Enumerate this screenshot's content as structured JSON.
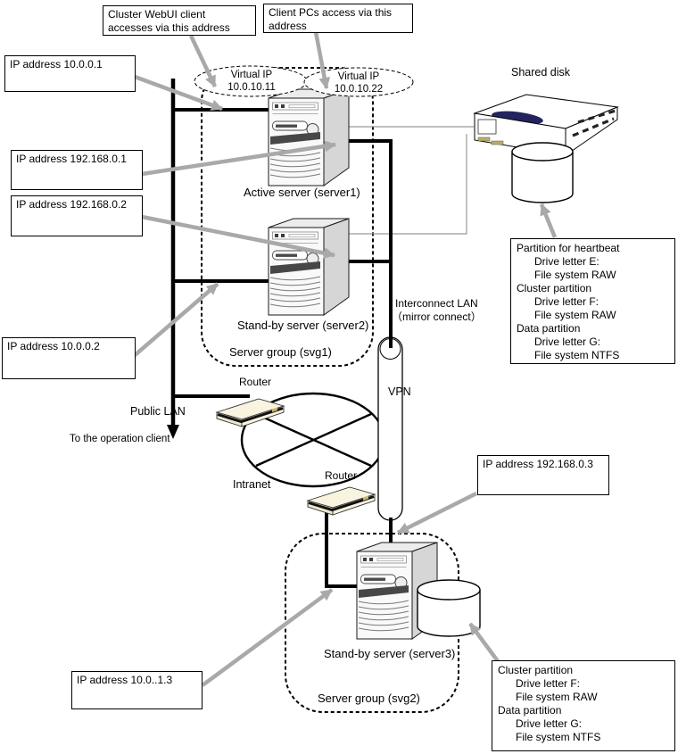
{
  "callouts": {
    "cluster_webui": "Cluster WebUI client accesses via this address",
    "client_pcs": "Client PCs access via this address",
    "ip_server1_public": "IP address 10.0.0.1",
    "ip_server1_interconnect": "IP address 192.168.0.1",
    "ip_server2_interconnect": "IP address 192.168.0.2",
    "ip_server2_public": "IP address 10.0.0.2",
    "ip_server3_interconnect": "IP address 192.168.0.3",
    "ip_server3_public": "IP address 10.0..1.3"
  },
  "virtual_ips": [
    {
      "title": "Virtual IP",
      "address": "10.0.10.11"
    },
    {
      "title": "Virtual IP",
      "address": "10.0.10.22"
    }
  ],
  "nodes": {
    "shared_disk_label": "Shared disk",
    "server1_label": "Active server (server1)",
    "server2_label": "Stand-by server (server2)",
    "server3_label": "Stand-by server (server3)",
    "server_group1_label": "Server group (svg1)",
    "server_group2_label": "Server group (svg2)"
  },
  "network": {
    "interconnect_lan_line1": "Interconnect LAN",
    "interconnect_lan_line2": "（mirror connect）",
    "vpn_label": "VPN",
    "public_lan_label": "Public LAN",
    "operation_client_label": "To the operation client",
    "router1_label": "Router",
    "router2_label": "Router",
    "intranet_label": "Intranet"
  },
  "partitions": {
    "shared_disk": {
      "lines": [
        {
          "text": "Partition for heartbeat",
          "indent": false
        },
        {
          "text": "Drive letter E:",
          "indent": true
        },
        {
          "text": "File system RAW",
          "indent": true
        },
        {
          "text": "Cluster partition",
          "indent": false
        },
        {
          "text": "Drive letter F:",
          "indent": true
        },
        {
          "text": "File system RAW",
          "indent": true
        },
        {
          "text": "Data partition",
          "indent": false
        },
        {
          "text": "Drive letter G:",
          "indent": true
        },
        {
          "text": "File system NTFS",
          "indent": true
        }
      ]
    },
    "mirror_disk": {
      "lines": [
        {
          "text": "Cluster partition",
          "indent": false
        },
        {
          "text": "Drive letter F:",
          "indent": true
        },
        {
          "text": "File system RAW",
          "indent": true
        },
        {
          "text": "Data partition",
          "indent": false
        },
        {
          "text": "Drive letter G:",
          "indent": true
        },
        {
          "text": "File system NTFS",
          "indent": true
        }
      ]
    }
  },
  "colors": {
    "arrow_gray": "#a9a9a9",
    "disk_top_navy": "#23235e",
    "router_body": "#f8f4e0"
  }
}
